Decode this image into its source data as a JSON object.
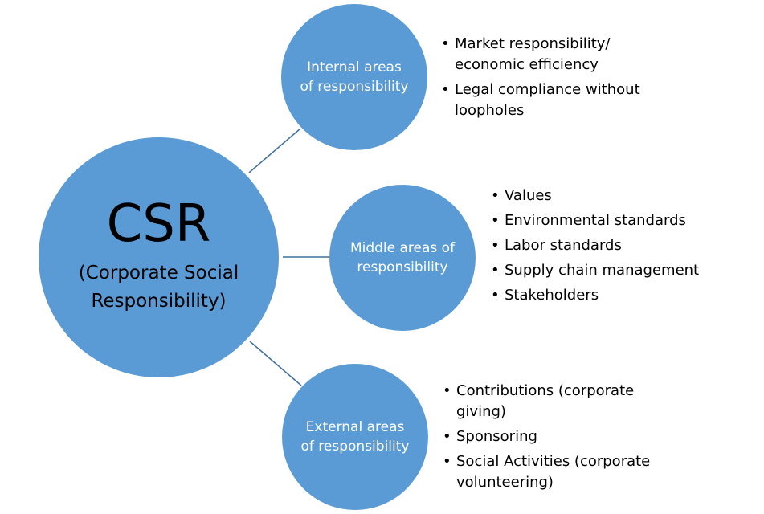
{
  "diagram": {
    "hub": {
      "title": "CSR",
      "subtitle": "(Corporate Social Responsibility)"
    },
    "branches": [
      {
        "label": "Internal areas of responsibility",
        "items": [
          "Market responsibility/ economic efficiency",
          "Legal compliance without loopholes"
        ]
      },
      {
        "label": "Middle areas of responsibility",
        "items": [
          "Values",
          "Environmental standards",
          "Labor standards",
          "Supply chain management",
          "Stakeholders"
        ]
      },
      {
        "label": "External areas of responsibility",
        "items": [
          "Contributions (corporate giving)",
          "Sponsoring",
          "Social Activities (corporate volunteering)"
        ]
      }
    ]
  },
  "colors": {
    "circle_fill": "#5b9bd5",
    "connector": "#41719c",
    "branch_text": "#ffffff",
    "hub_text": "#000000"
  }
}
